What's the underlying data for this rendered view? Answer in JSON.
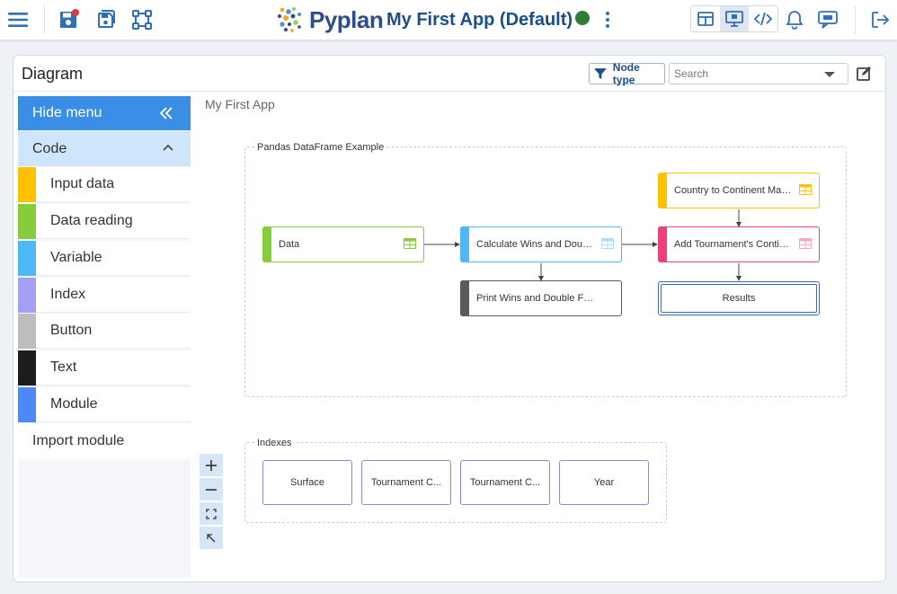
{
  "topbar": {
    "logo_text": "Pyplan",
    "app_title": "My First App (Default)"
  },
  "panel": {
    "title": "Diagram",
    "node_type_label": "Node type",
    "search_placeholder": "Search"
  },
  "sidebar": {
    "hide_menu_label": "Hide menu",
    "code_label": "Code",
    "items": [
      {
        "label": "Input data",
        "color": "#ffc000"
      },
      {
        "label": "Data reading",
        "color": "#86cc3b"
      },
      {
        "label": "Variable",
        "color": "#4db8f5"
      },
      {
        "label": "Index",
        "color": "#a39ff5"
      },
      {
        "label": "Button",
        "color": "#bdbdbd"
      },
      {
        "label": "Text",
        "color": "#1d1d1d"
      },
      {
        "label": "Module",
        "color": "#4d88f5"
      }
    ],
    "import_label": "Import module"
  },
  "diagram": {
    "breadcrumb": "My First App",
    "groups": [
      {
        "label": "Pandas DataFrame Example"
      },
      {
        "label": "Indexes"
      }
    ],
    "nodes": [
      {
        "label": "Data",
        "color": "#86cc3b"
      },
      {
        "label": "Calculate Wins and Double Faults",
        "color": "#4db8f5"
      },
      {
        "label": "Country to Continent Mapping",
        "color": "#ffc000"
      },
      {
        "label": "Add Tournament's Continent",
        "color": "#f0407a"
      },
      {
        "label": "Print Wins and Double Faults",
        "color": "#5a5a5a"
      }
    ],
    "results_label": "Results",
    "indexes": [
      {
        "label": "Surface"
      },
      {
        "label": "Tournament C..."
      },
      {
        "label": "Tournament C..."
      },
      {
        "label": "Year"
      }
    ]
  }
}
